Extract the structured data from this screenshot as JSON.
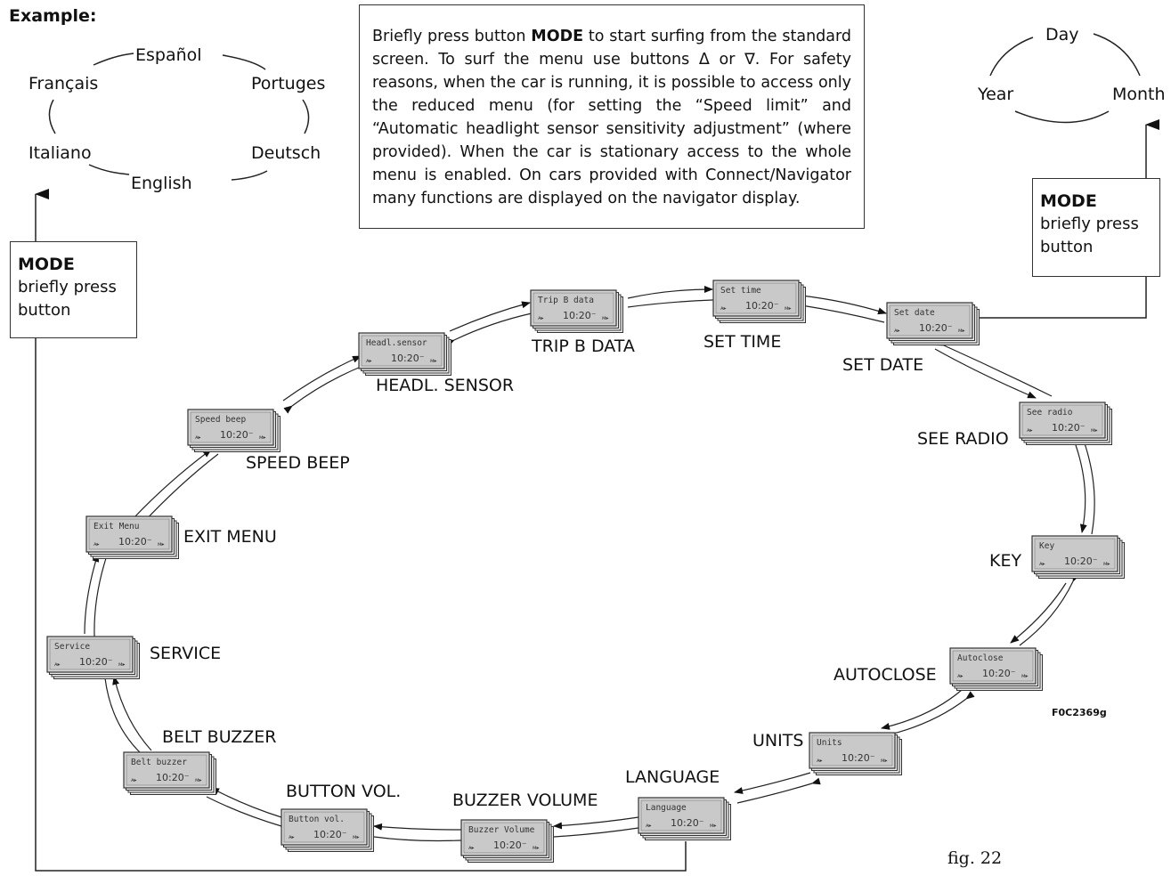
{
  "example_title": "Example:",
  "info_text_before_mode": "Briefly press button ",
  "info_text_mode": "MODE",
  "info_text_after_mode": " to start surfing from the standard screen. To surf the menu use buttons Δ or ∇. For safety reasons, when the car is running, it is possible to access only the reduced menu (for setting the “Speed limit” and “Automatic headlight sensor sensitivity adjustment” (where provided). When the car is stationary access to the whole menu is enabled. On cars provided with Connect/Navigator many functions are displayed on the navigator display.",
  "mode_box_left": {
    "title": "MODE",
    "line1": "briefly press",
    "line2": "button"
  },
  "mode_box_right": {
    "title": "MODE",
    "line1": "briefly press",
    "line2": "button"
  },
  "languages": [
    "Español",
    "Portuges",
    "Deutsch",
    "English",
    "Italiano",
    "Français"
  ],
  "date_cycle": [
    "Day",
    "Month",
    "Year"
  ],
  "menu": [
    {
      "label": "SET TIME",
      "lcd": "Set time"
    },
    {
      "label": "SET DATE",
      "lcd": "Set date"
    },
    {
      "label": "SEE RADIO",
      "lcd": "See radio"
    },
    {
      "label": "KEY",
      "lcd": "Key"
    },
    {
      "label": "AUTOCLOSE",
      "lcd": "Autoclose"
    },
    {
      "label": "UNITS",
      "lcd": "Units"
    },
    {
      "label": "LANGUAGE",
      "lcd": "Language"
    },
    {
      "label": "BUZZER VOLUME",
      "lcd": "Buzzer Volume"
    },
    {
      "label": "BUTTON VOL.",
      "lcd": "Button vol."
    },
    {
      "label": "BELT BUZZER",
      "lcd": "Belt buzzer"
    },
    {
      "label": "SERVICE",
      "lcd": "Service"
    },
    {
      "label": "EXIT MENU",
      "lcd": "Exit Menu"
    },
    {
      "label": "SPEED BEEP",
      "lcd": "Speed beep"
    },
    {
      "label": "HEADL. SENSOR",
      "lcd": "Headl.sensor"
    },
    {
      "label": "TRIP B DATA",
      "lcd": "Trip B data"
    }
  ],
  "lcd_clock": "10:20",
  "figure_code": "F0C2369g",
  "figure_label": "fig. 22"
}
